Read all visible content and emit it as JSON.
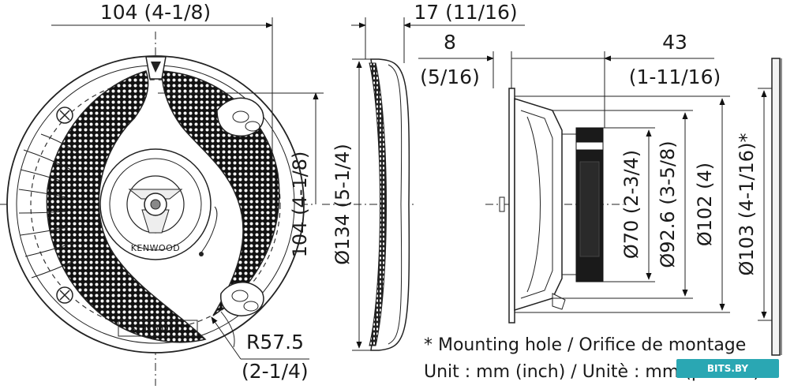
{
  "front_view": {
    "width_label": "104 (4-1/8)",
    "height_label": "104 (4-1/8)",
    "radius_label": "R57.5",
    "radius_inch_label": "(2-1/4)",
    "brand_label": "KENWOOD"
  },
  "side_view": {
    "grille_depth_label": "17 (11/16)",
    "outer_diameter_label": "Ø134 (5-1/4)"
  },
  "profile_view": {
    "flange_label_top": "8",
    "flange_label_bottom": "(5/16)",
    "depth_label_top": "43",
    "depth_label_bottom": "(1-11/16)",
    "magnet_diameter_label": "Ø70 (2-3/4)",
    "basket_diameter_label": "Ø92.6 (3-5/8)",
    "cone_diameter_label": "Ø102 (4)",
    "hole_diameter_label": "Ø103 (4-1/16)*"
  },
  "notes": {
    "mounting_hole": "* Mounting hole / Orifice de montage",
    "unit": "Unit : mm (inch) / Unitè : mm (pouces)"
  },
  "watermark": {
    "text": "BITS.BY",
    "color": "#2aa7b3"
  }
}
